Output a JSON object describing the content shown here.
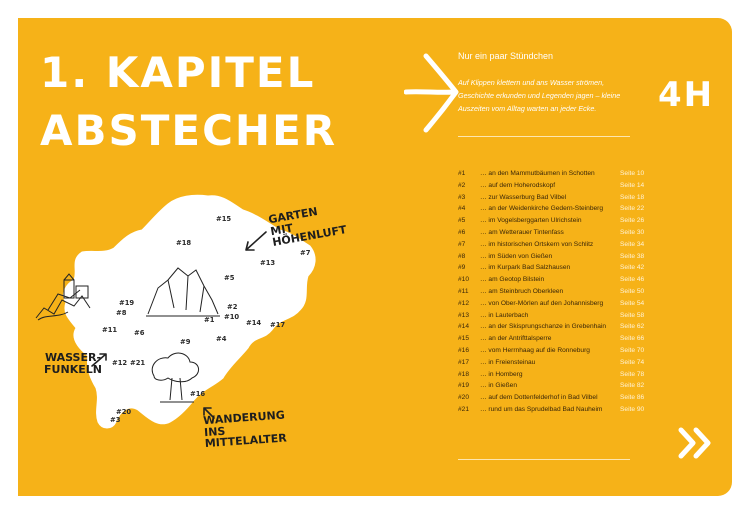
{
  "chapter": {
    "line1": "1. KAPITEL",
    "line2": "ABSTECHER"
  },
  "subheading": "Nur ein paar Stündchen",
  "intro": "Auf Klippen klettern und ans Wasser strömen, Geschichte erkunden und Legenden jagen – kleine Auszeiten vom Alltag warten an jeder Ecke.",
  "duration": "4H",
  "toc": [
    {
      "num": "#1",
      "text": "… an den Mammutbäumen in Schotten",
      "page": "Seite 10"
    },
    {
      "num": "#2",
      "text": "… auf dem Hoherodskopf",
      "page": "Seite 14"
    },
    {
      "num": "#3",
      "text": "… zur Wasserburg Bad Vilbel",
      "page": "Seite 18"
    },
    {
      "num": "#4",
      "text": "… an der Weidenkirche Gedern-Steinberg",
      "page": "Seite 22"
    },
    {
      "num": "#5",
      "text": "… im Vogelsberggarten Ulrichstein",
      "page": "Seite 26"
    },
    {
      "num": "#6",
      "text": "… am Wetterauer Tintenfass",
      "page": "Seite 30"
    },
    {
      "num": "#7",
      "text": "… im historischen Ortskern von Schlitz",
      "page": "Seite 34"
    },
    {
      "num": "#8",
      "text": "… im Süden von Gießen",
      "page": "Seite 38"
    },
    {
      "num": "#9",
      "text": "… im Kurpark Bad Salzhausen",
      "page": "Seite 42"
    },
    {
      "num": "#10",
      "text": "… am Geotop Bilstein",
      "page": "Seite 46"
    },
    {
      "num": "#11",
      "text": "… am Steinbruch Oberkleen",
      "page": "Seite 50"
    },
    {
      "num": "#12",
      "text": "… von Ober-Mörlen auf den Johannisberg",
      "page": "Seite 54"
    },
    {
      "num": "#13",
      "text": "… in Lauterbach",
      "page": "Seite 58"
    },
    {
      "num": "#14",
      "text": "… an der Skisprungschanze in Grebenhain",
      "page": "Seite 62"
    },
    {
      "num": "#15",
      "text": "… an der Antrifttalsperre",
      "page": "Seite 66"
    },
    {
      "num": "#16",
      "text": "… vom Herrnhaag auf die Ronneburg",
      "page": "Seite 70"
    },
    {
      "num": "#17",
      "text": "… in Freiensteinau",
      "page": "Seite 74"
    },
    {
      "num": "#18",
      "text": "… in Homberg",
      "page": "Seite 78"
    },
    {
      "num": "#19",
      "text": "… in Gießen",
      "page": "Seite 82"
    },
    {
      "num": "#20",
      "text": "… auf dem Dottenfelderhof in Bad Vilbel",
      "page": "Seite 86"
    },
    {
      "num": "#21",
      "text": "… rund um das Sprudelbad Bad Nauheim",
      "page": "Seite 90"
    }
  ],
  "map": {
    "labels": [
      {
        "id": "m15",
        "text": "#15"
      },
      {
        "id": "m18",
        "text": "#18"
      },
      {
        "id": "m7",
        "text": "#7"
      },
      {
        "id": "m13",
        "text": "#13"
      },
      {
        "id": "m5",
        "text": "#5"
      },
      {
        "id": "m19",
        "text": "#19"
      },
      {
        "id": "m8",
        "text": "#8"
      },
      {
        "id": "m2",
        "text": "#2"
      },
      {
        "id": "m10",
        "text": "#10"
      },
      {
        "id": "m14",
        "text": "#14"
      },
      {
        "id": "m1",
        "text": "#1"
      },
      {
        "id": "m17",
        "text": "#17"
      },
      {
        "id": "m11",
        "text": "#11"
      },
      {
        "id": "m6",
        "text": "#6"
      },
      {
        "id": "m9",
        "text": "#9"
      },
      {
        "id": "m4",
        "text": "#4"
      },
      {
        "id": "m12",
        "text": "#12"
      },
      {
        "id": "m21",
        "text": "#21"
      },
      {
        "id": "m16",
        "text": "#16"
      },
      {
        "id": "m20",
        "text": "#20"
      },
      {
        "id": "m3",
        "text": "#3"
      }
    ],
    "callouts": {
      "garten": "GARTEN MIT HÖHENLUFT",
      "wasser": "WASSER- FUNKELN",
      "wanderung": "WANDERUNG INS MITTELALTER"
    }
  },
  "colors": {
    "background": "#f6b218",
    "text_light": "#ffffff",
    "text_dark": "#3a2608"
  }
}
